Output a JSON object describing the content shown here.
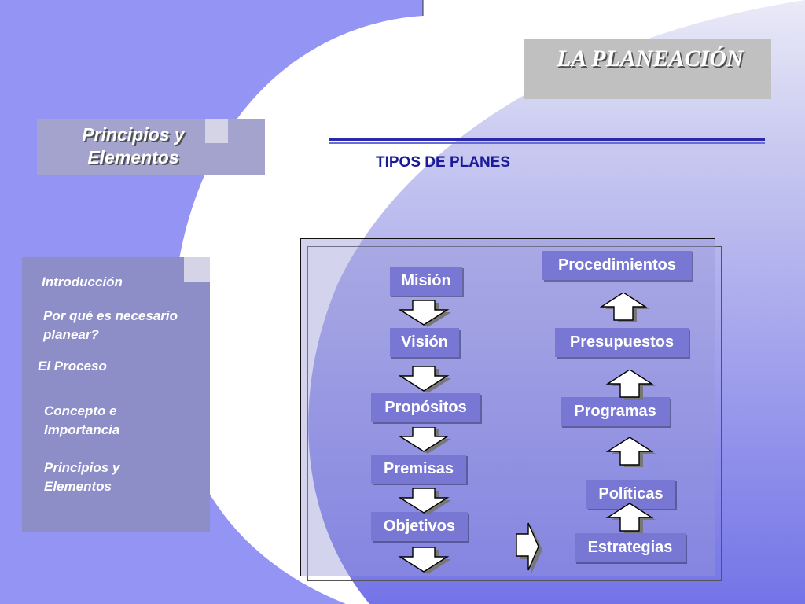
{
  "slide": {
    "title": "LA PLANEACIÓN",
    "header": {
      "line1": "Principios y",
      "line2": "Elementos"
    },
    "section_title": "TIPOS DE PLANES"
  },
  "menu": {
    "items": [
      {
        "lines": [
          "Introducción"
        ]
      },
      {
        "lines": [
          "Por qué es necesario",
          "planear?"
        ]
      },
      {
        "lines": [
          "El Proceso"
        ]
      },
      {
        "lines": [
          "Concepto e",
          "Importancia"
        ]
      },
      {
        "lines": [
          "Principios y",
          "Elementos"
        ]
      }
    ]
  },
  "diagram": {
    "left_column": [
      "Misión",
      "Visión",
      "Propósitos",
      "Premisas",
      "Objetivos"
    ],
    "right_column": [
      "Procedimientos",
      "Presupuestos",
      "Programas",
      "Políticas",
      "Estrategias"
    ],
    "flow": "left column top to bottom, then across to right column bottom to top",
    "colors": {
      "node_fill": "#7878d4",
      "frame_fill": "#b4b4e0",
      "background_blue": "#9494f4"
    }
  }
}
